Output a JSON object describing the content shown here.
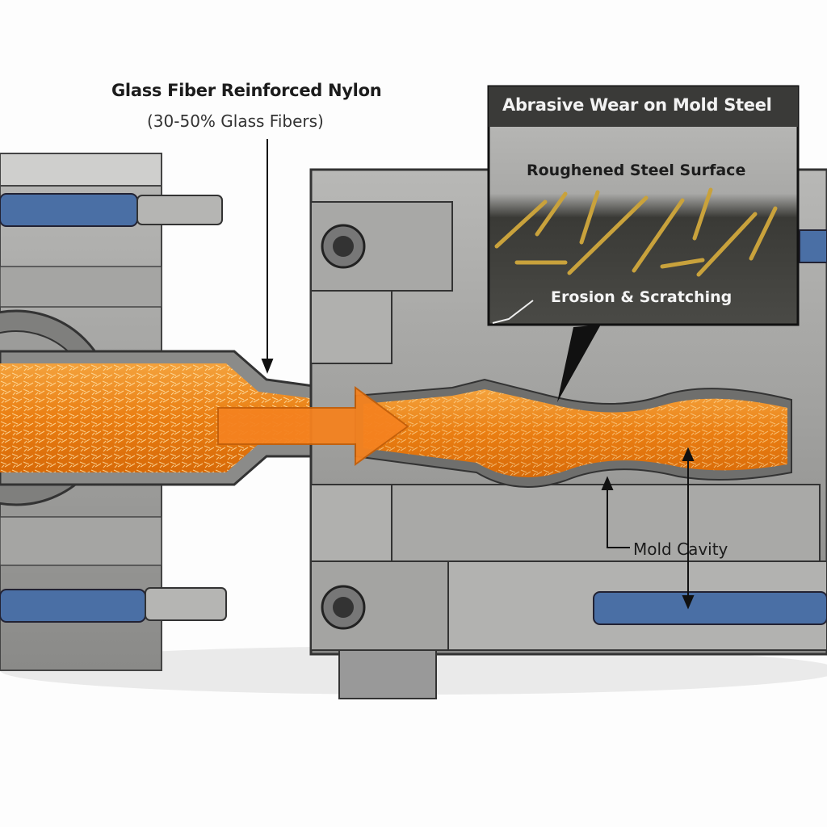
{
  "labels": {
    "material_title": "Glass Fiber Reinforced Nylon",
    "material_subtitle": "(30-50% Glass Fibers)",
    "inset_title": "Abrasive Wear on Mold Steel",
    "inset_surface": "Roughened Steel Surface",
    "inset_erosion": "Erosion & Scratching",
    "mold_cavity": "Mold Cavity"
  },
  "colors": {
    "melt": "#f08a1c",
    "arrow": "#f5821f",
    "steel": "#9a9a98",
    "coolant_pipe": "#4a6fa5",
    "inset_bg": "#3a3a3a"
  }
}
